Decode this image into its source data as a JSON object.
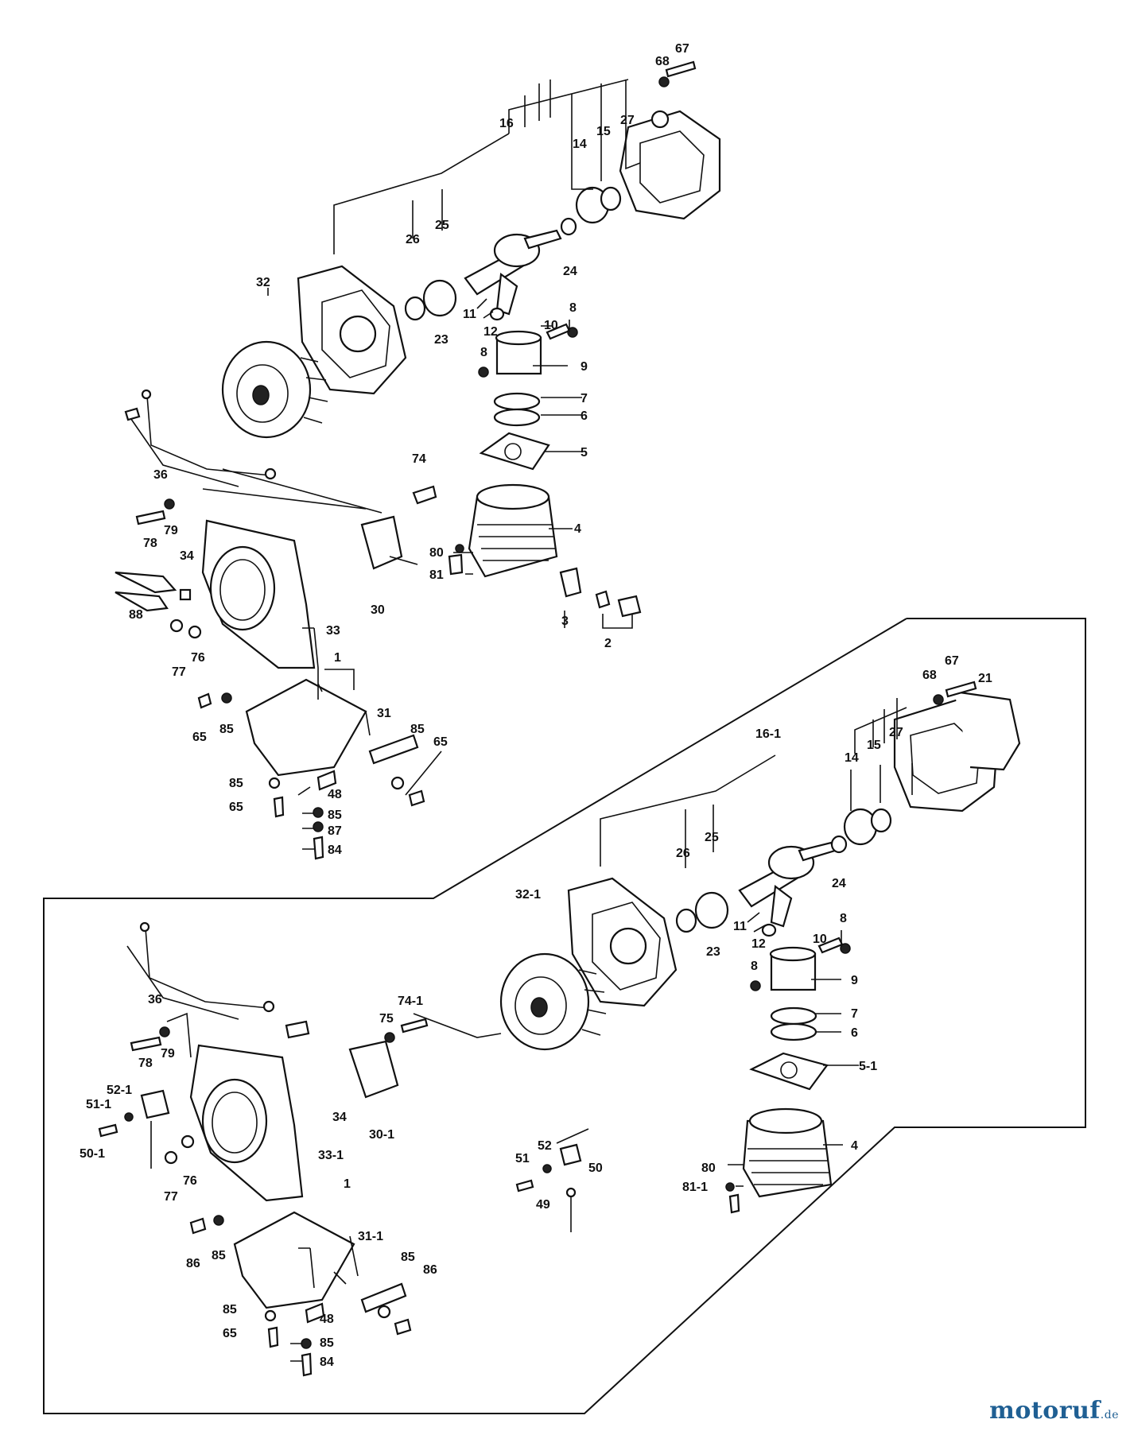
{
  "diagram": {
    "labels": {
      "top": [
        "67",
        "68",
        "16",
        "14",
        "15",
        "27",
        "26",
        "25",
        "32",
        "24",
        "8",
        "11",
        "12",
        "23",
        "10",
        "8",
        "9",
        "7",
        "6",
        "5",
        "36",
        "74",
        "79",
        "78",
        "34",
        "4",
        "80",
        "81",
        "88",
        "30",
        "3",
        "2",
        "33",
        "77",
        "76",
        "1",
        "65",
        "85",
        "31",
        "85",
        "65",
        "85",
        "48",
        "65",
        "85",
        "87",
        "84"
      ],
      "bottom": [
        "68",
        "67",
        "21",
        "16-1",
        "14",
        "15",
        "27",
        "26",
        "25",
        "24",
        "32-1",
        "8",
        "11",
        "12",
        "10",
        "23",
        "8",
        "9",
        "7",
        "6",
        "36",
        "74-1",
        "75",
        "79",
        "78",
        "52-1",
        "51-1",
        "34",
        "30-1",
        "5-1",
        "50-1",
        "33-1",
        "4",
        "52",
        "51",
        "50",
        "80",
        "81-1",
        "76",
        "77",
        "49",
        "1",
        "31-1",
        "86",
        "85",
        "85",
        "86",
        "85",
        "48",
        "65",
        "85",
        "84"
      ]
    }
  },
  "watermark": {
    "main": "motoruf",
    "tld": ".de"
  }
}
